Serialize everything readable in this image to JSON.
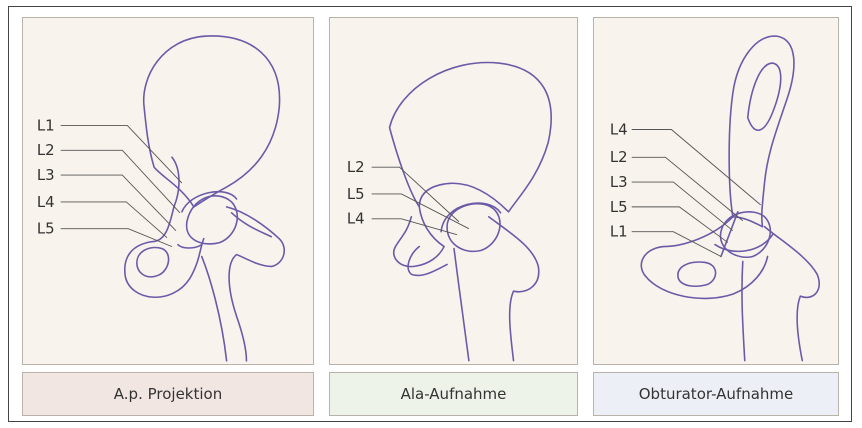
{
  "panels": [
    {
      "name": "ap",
      "caption": "A.p. Projektion",
      "caption_bg": "#f2e6e2",
      "labels": [
        "L1",
        "L2",
        "L3",
        "L4",
        "L5"
      ]
    },
    {
      "name": "ala",
      "caption": "Ala-Aufnahme",
      "caption_bg": "#eef3ea",
      "labels": [
        "L2",
        "L5",
        "L4"
      ]
    },
    {
      "name": "obturator",
      "caption": "Obturator-Aufnahme",
      "caption_bg": "#eceff5",
      "labels": [
        "L4",
        "L2",
        "L3",
        "L5",
        "L1"
      ]
    }
  ],
  "colors": {
    "panel_bg": "#f8f3ec",
    "outline": "#6a5aa8",
    "leader": "#555555"
  }
}
